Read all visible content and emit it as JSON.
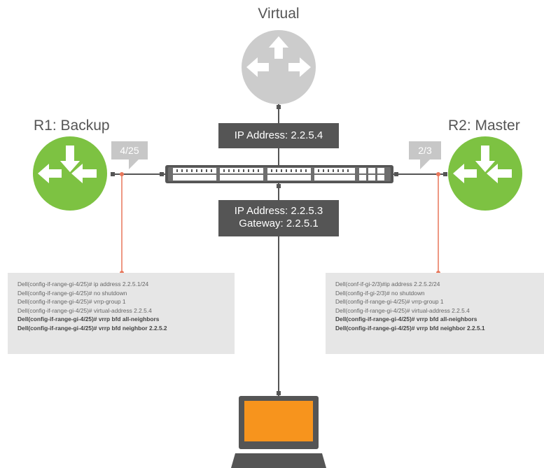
{
  "virtual_router": {
    "label": "Virtual"
  },
  "r1": {
    "label": "R1: Backup",
    "port": "4/25",
    "config": [
      {
        "text": "Dell(config-if-range-gi-4/25)# ip address 2.2.5.1/24",
        "bold": false
      },
      {
        "text": "Dell(config-if-range-gi-4/25)# no shutdown",
        "bold": false
      },
      {
        "text": "Dell(config-if-range-gi-4/25)# vrrp-group 1",
        "bold": false
      },
      {
        "text": "Dell(config-if-range-gi-4/25)# virtual-address 2.2.5.4",
        "bold": false
      },
      {
        "text": "Dell(config-if-range-gi-4/25)# vrrp bfd all-neighbors",
        "bold": true
      },
      {
        "text": "Dell(config-if-range-gi-4/25)# vrrp bfd neighbor 2.2.5.2",
        "bold": true
      }
    ]
  },
  "r2": {
    "label": "R2: Master",
    "port": "2/3",
    "config": [
      {
        "text": "Dell(conf-if-gi-2/3)#ip address 2.2.5.2/24",
        "bold": false
      },
      {
        "text": "Dell(config-if-gi-2/3)# no shutdown",
        "bold": false
      },
      {
        "text": "Dell(config-if-range-gi-4/25)# vrrp-group 1",
        "bold": false
      },
      {
        "text": "Dell(config-if-range-gi-4/25)# virtual-address 2.2.5.4",
        "bold": false
      },
      {
        "text": "Dell(config-if-range-gi-4/25)# vrrp bfd all-neighbors",
        "bold": true
      },
      {
        "text": "Dell(config-if-range-gi-4/25)# vrrp bfd neighbor 2.2.5.1",
        "bold": true
      }
    ]
  },
  "switch_top_box": {
    "text": "IP Address: 2.2.5.4"
  },
  "switch_bottom_box": {
    "line1": "IP Address: 2.2.5.3",
    "line2": "Gateway: 2.2.5.1"
  },
  "colors": {
    "router_green": "#7dc242",
    "router_virtual": "#cccccc",
    "link_red": "#e8765a",
    "laptop_screen": "#f7941d",
    "dark": "#555555"
  },
  "icons": [
    "virtual-router-icon",
    "r1-router-icon",
    "r2-router-icon",
    "switch-icon",
    "laptop-icon"
  ]
}
